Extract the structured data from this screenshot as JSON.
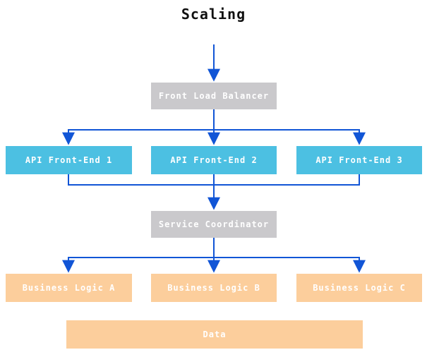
{
  "title": "Scaling",
  "colors": {
    "arrow": "#1155d6",
    "gray-box": "#cac9cc",
    "blue-box": "#4cc0e2",
    "orange-box": "#fcce9c",
    "node-text": "#ffffff",
    "title-text": "#111111",
    "background": "#ffffff"
  },
  "nodes": {
    "load_balancer": "Front Load Balancer",
    "api_1": "API Front-End 1",
    "api_2": "API Front-End 2",
    "api_3": "API Front-End 3",
    "coordinator": "Service Coordinator",
    "logic_a": "Business Logic A",
    "logic_b": "Business Logic B",
    "logic_c": "Business Logic C",
    "data": "Data"
  }
}
